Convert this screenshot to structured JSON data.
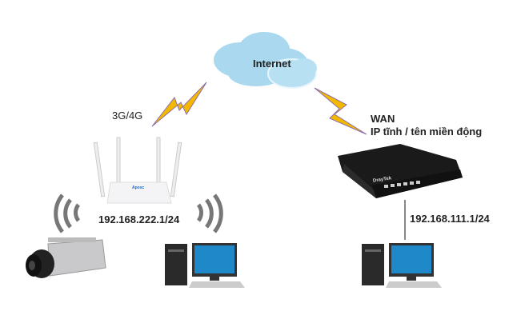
{
  "cloud": {
    "label": "Internet",
    "color": "#a9d8ef"
  },
  "links": {
    "mobile": {
      "label": "3G/4G"
    },
    "wan": {
      "label": "WAN",
      "sublabel": "IP tĩnh / tên miền động"
    }
  },
  "wifi_router": {
    "brand": "Aposc",
    "ip": "192.168.222.1/24"
  },
  "draytek_router": {
    "brand": "DrayTek",
    "ip": "192.168.111.1/24"
  },
  "colors": {
    "lightning": "#f5b800",
    "lightning_edge": "#8a6fa8",
    "monitor": "#1e88c8"
  }
}
